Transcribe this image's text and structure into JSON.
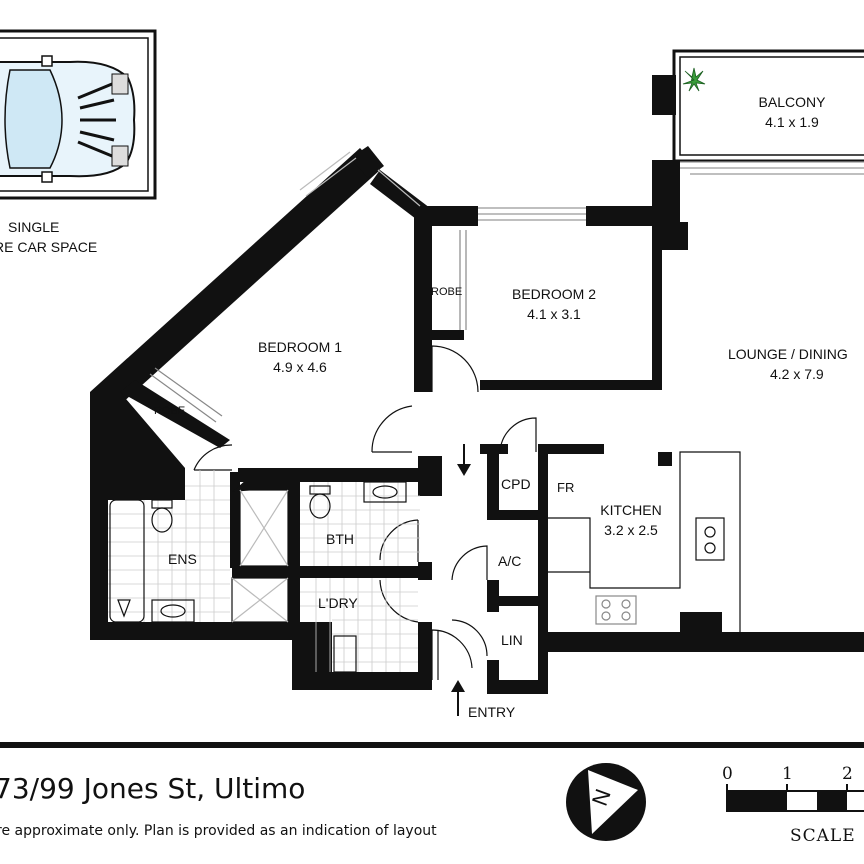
{
  "rooms": {
    "balcony": {
      "name": "BALCONY",
      "dims": "4.1 x 1.9"
    },
    "bedroom2": {
      "name": "BEDROOM 2",
      "dims": "4.1 x 3.1"
    },
    "bedroom1": {
      "name": "BEDROOM 1",
      "dims": "4.9 x 4.6"
    },
    "lounge": {
      "name": "LOUNGE / DINING",
      "dims": "4.2 x 7.9"
    },
    "kitchen": {
      "name": "KITCHEN",
      "dims": "3.2 x 2.5"
    },
    "robe1": "ROBE",
    "robe2": "ROBE",
    "ens": "ENS",
    "bth": "BTH",
    "ldry": "L'DRY",
    "cpd": "CPD",
    "ac": "A/C",
    "lin": "LIN",
    "fr": "FR",
    "entry": "ENTRY"
  },
  "car_space": {
    "line1": "SINGLE",
    "line2": "RE CAR SPACE"
  },
  "footer": {
    "address": "73/99 Jones St, Ultimo",
    "disclaimer": "re approximate only. Plan is provided as an indication of layout"
  },
  "scale": {
    "label": "SCALE",
    "ticks": [
      "0",
      "1",
      "2"
    ]
  },
  "compass": {
    "letter": "N"
  }
}
